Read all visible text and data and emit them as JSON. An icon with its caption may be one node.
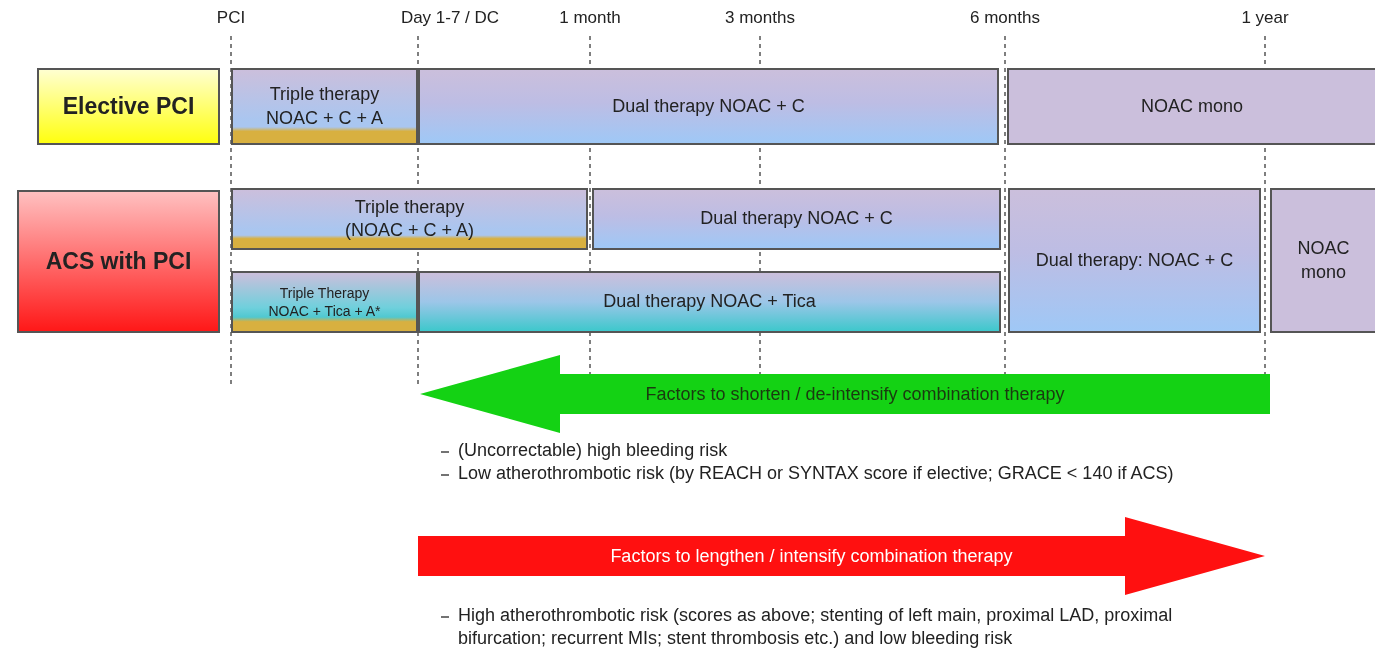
{
  "diagram": {
    "nodes": [
      {
        "text": [
          "Elective PCI"
        ]
      },
      {
        "text": [
          "Triple therapy",
          "NOAC + C + A"
        ]
      },
      {
        "text": [
          "Dual therapy NOAC + C"
        ]
      },
      {
        "text": [
          "NOAC mono"
        ]
      },
      {
        "text": [
          "ACS with PCI"
        ]
      },
      {
        "text": [
          "Triple therapy (NOAC + C + A)"
        ]
      },
      {
        "text": [
          "Dual therapy NOAC + C"
        ]
      },
      {
        "text": [
          "Triple Therapy",
          "NOAC + Tica + A*"
        ]
      },
      {
        "text": [
          "Dual therapy NOAC + Tica"
        ]
      },
      {
        "text": [
          "Dual therapy: NOAC + C"
        ]
      },
      {
        "text": [
          "NOAC mono"
        ]
      },
      {
        "text": [
          "Factors to shorten / de-intensify combination therapy"
        ]
      },
      {
        "text": [
          "Factors to lengthen / intensify combination therapy"
        ]
      }
    ],
    "edges": [],
    "labels": [
      "PCI",
      "Day 1-7 / DC",
      "1 month",
      "3 months",
      "6 months",
      "1 year",
      "(Uncorrectable) high bleeding risk",
      "Low atherothrombotic risk (by REACH or SYNTAX score if elective; GRACE < 140 if ACS)",
      "High atherothrombotic risk (scores as above; stenting of left main, proximal LAD, proximal bifurcation; recurrent MIs; stent thrombosis etc.) and low bleeding risk"
    ]
  }
}
